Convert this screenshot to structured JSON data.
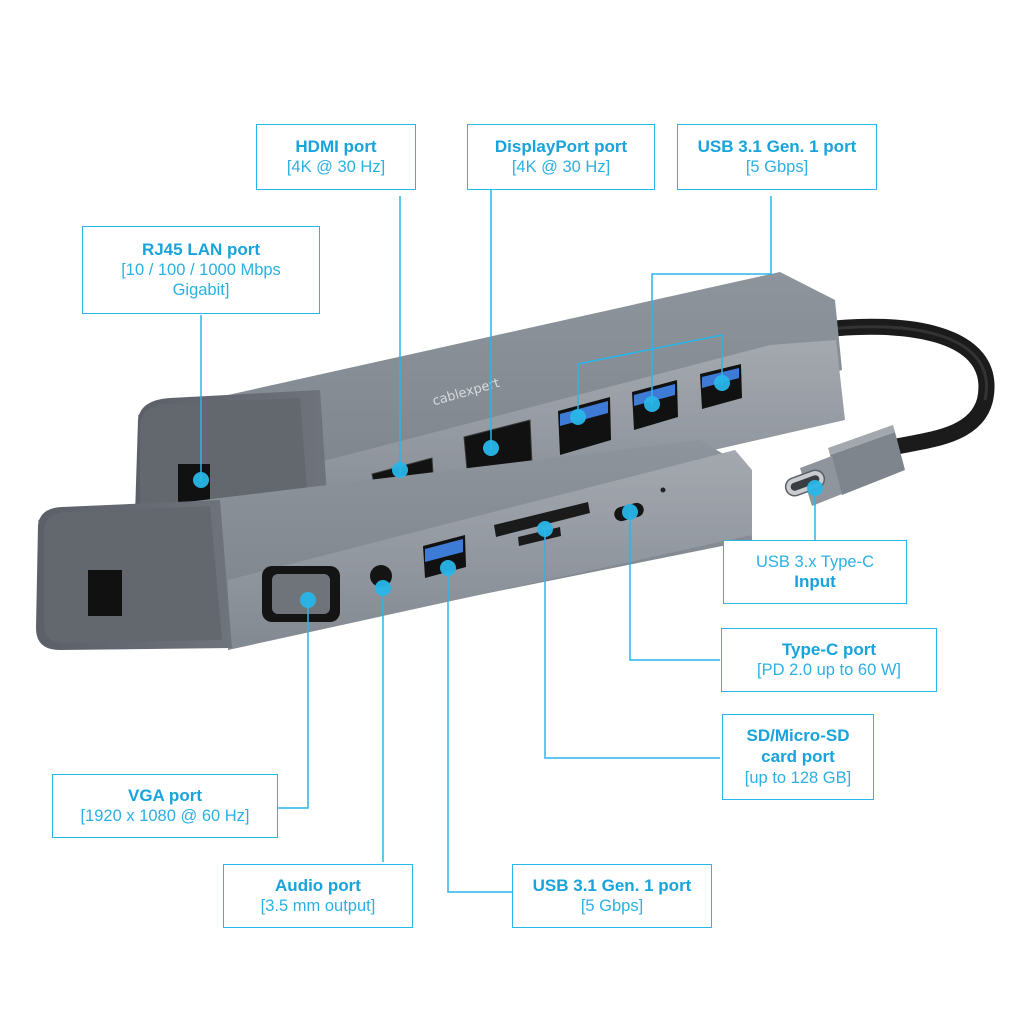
{
  "brand": {
    "logo_text": "cablexpert",
    "accent_color": "#29b6e8",
    "device_color": "#8a9099"
  },
  "callouts": {
    "hdmi": {
      "title": "HDMI port",
      "spec": "[4K @ 30 Hz]"
    },
    "displayport": {
      "title": "DisplayPort port",
      "spec": "[4K @ 30 Hz]"
    },
    "usb_top": {
      "title": "USB 3.1 Gen. 1 port",
      "spec": "[5 Gbps]"
    },
    "rj45": {
      "title": "RJ45 LAN port",
      "spec_line1": "[10 / 100 / 1000 Mbps",
      "spec_line2": "Gigabit]"
    },
    "typec_input": {
      "line1": "USB 3.x Type-C",
      "title": "Input"
    },
    "typec_port": {
      "title": "Type-C port",
      "spec": "[PD 2.0 up to 60 W]"
    },
    "sd_card": {
      "title_line1": "SD/Micro-SD",
      "title_line2": "card port",
      "spec": "[up to 128 GB]"
    },
    "vga": {
      "title": "VGA port",
      "spec": "[1920 x 1080 @ 60 Hz]"
    },
    "audio": {
      "title": "Audio port",
      "spec": "[3.5 mm output]"
    },
    "usb_bottom": {
      "title": "USB 3.1 Gen. 1 port",
      "spec": "[5 Gbps]"
    }
  }
}
